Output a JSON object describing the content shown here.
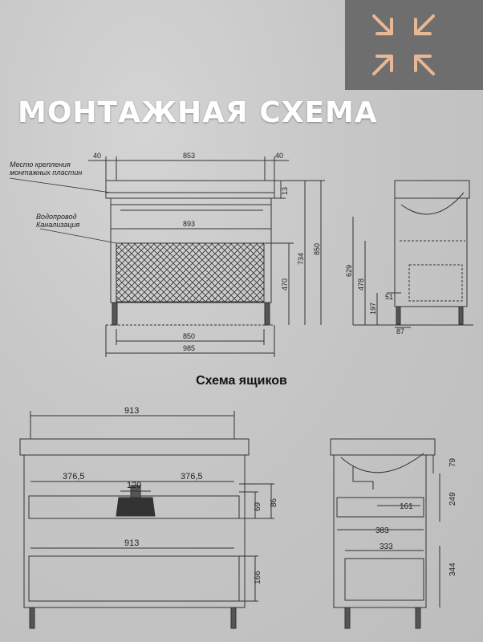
{
  "header": {
    "title": "МОНТАЖНАЯ СХЕМА",
    "logo_icon": "compress-arrows-icon",
    "logo_bg": "#6e6e6e",
    "logo_fg": "#e8b896"
  },
  "subtitle": "Схема ящиков",
  "mounting": {
    "label_plates_1": "Место крепления",
    "label_plates_2": "монтажных пластин",
    "label_water_1": "Водопровод",
    "label_water_2": "Канализация",
    "dim_left": "40",
    "dim_top": "853",
    "dim_right": "40",
    "dim_inner": "893",
    "dim_13": "13",
    "dim_470": "470",
    "dim_734": "734",
    "dim_850v": "850",
    "dim_850": "850",
    "dim_985": "985"
  },
  "side": {
    "dim_629": "629",
    "dim_478": "478",
    "dim_197": "197",
    "dim_51": "51",
    "dim_87": "87"
  },
  "drawers_front": {
    "dim_913_top": "913",
    "dim_3765_left": "376,5",
    "dim_120": "120",
    "dim_3765_right": "376,5",
    "dim_913_mid": "913",
    "dim_69": "69",
    "dim_86": "86",
    "dim_166": "166"
  },
  "drawers_side": {
    "dim_79": "79",
    "dim_161": "161",
    "dim_249": "249",
    "dim_383": "383",
    "dim_333": "333",
    "dim_344": "344"
  }
}
